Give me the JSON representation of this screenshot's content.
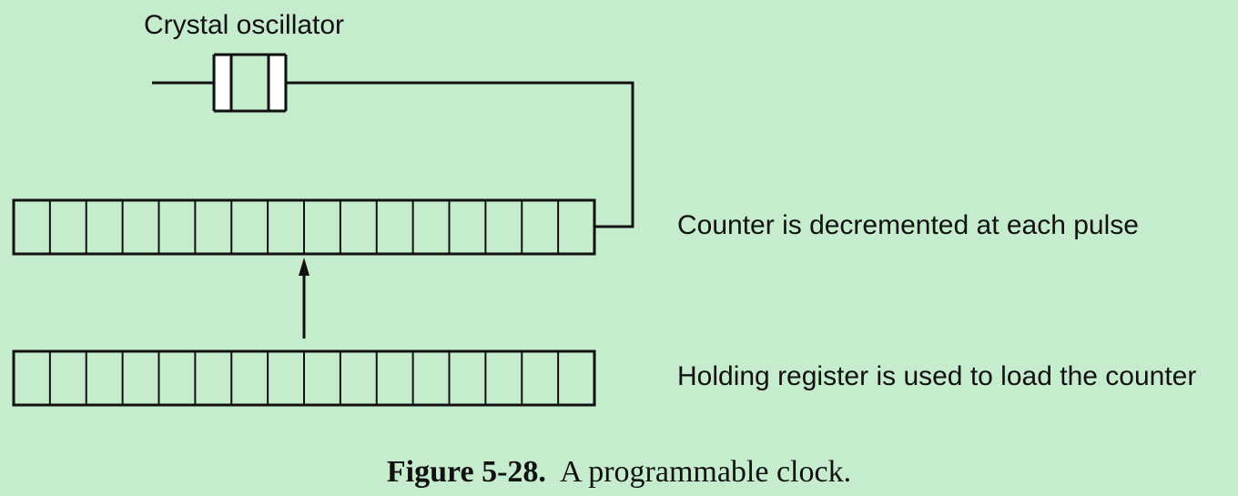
{
  "labels": {
    "oscillator": "Crystal oscillator",
    "counter": "Counter is decremented at each pulse",
    "holding": "Holding register is used to load the counter"
  },
  "caption": {
    "number": "Figure 5-28.",
    "text": "A programmable clock."
  },
  "registers": {
    "counter_cells": 16,
    "holding_cells": 16
  },
  "colors": {
    "background": "#c6ecce",
    "line": "#111111",
    "crystal_gap": "#ffffff"
  }
}
